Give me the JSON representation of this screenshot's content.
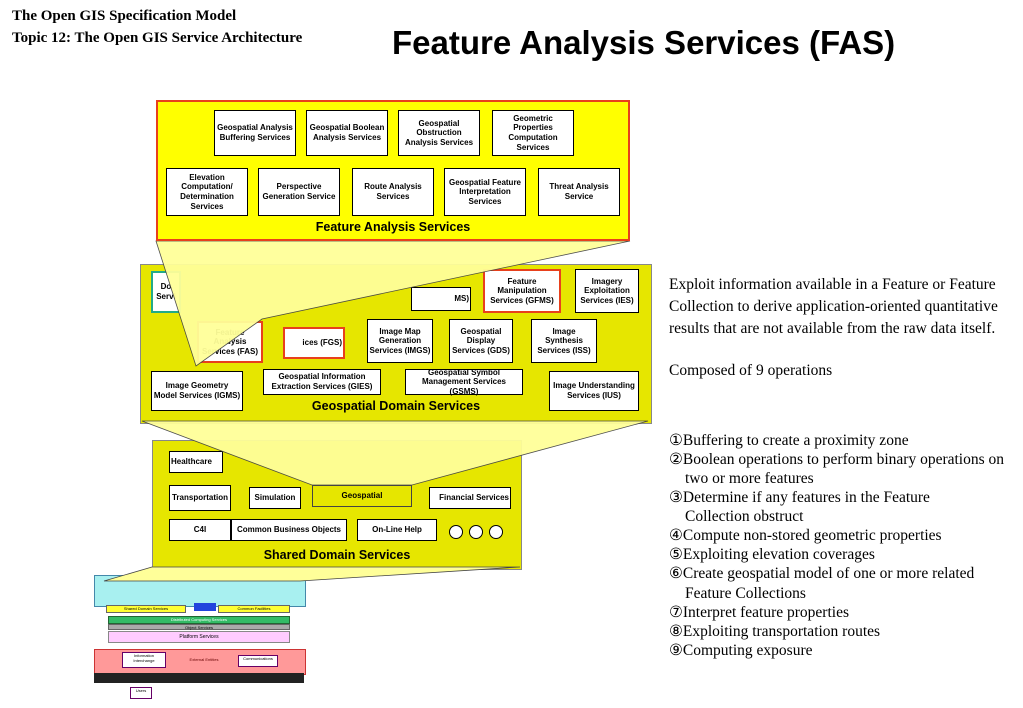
{
  "header": {
    "line1": "The Open GIS Specification Model",
    "line2": "Topic 12: The Open GIS Service Architecture"
  },
  "title": "Feature Analysis Services (FAS)",
  "colors": {
    "yellow": "#ffff00",
    "olive": "#d8d800",
    "red_border": "#e8401c",
    "pale_yellow": "#ffff99"
  },
  "fas_panel": {
    "label": "Feature Analysis Services",
    "row1": [
      "Geospatial Analysis Buffering Services",
      "Geospatial Boolean Analysis Services",
      "Geospatial Obstruction Analysis Services",
      "Geometric Properties Computation Services"
    ],
    "row2": [
      "Elevation Computation/ Determination Services",
      "Perspective Generation Service",
      "Route Analysis Services",
      "Geospatial Feature Interpretation Services",
      "Threat Analysis Service"
    ]
  },
  "gds_panel": {
    "label": "Geospatial Domain Services",
    "top_left_partial": "Do Servi",
    "top_mid_partial": "MS)",
    "top_manip": "Feature Manipulation Services (GFMS)",
    "imagery": "Imagery Exploitation Services (IES)",
    "fas": "Feature Analysis Services (FAS)",
    "fgs": "ices (FGS)",
    "imgs": "Image Map Generation Services (IMGS)",
    "gds": "Geospatial Display Services (GDS)",
    "iss": "Image Synthesis Services (ISS)",
    "igms": "Image Geometry Model Services (IGMS)",
    "gies": "Geospatial Information Extraction Services (GIES)",
    "gsms": "Geospatial Symbol Management Services (GSMS)",
    "ius": "Image Understanding Services (IUS)"
  },
  "sds_panel": {
    "label": "Shared Domain Services",
    "healthcare": "Healthcare",
    "transportation": "Transportation",
    "simulation": "Simulation",
    "geospatial": "Geospatial",
    "financial": "Financial Services",
    "c4i": "C4I",
    "cbo": "Common Business Objects",
    "online": "On-Line Help"
  },
  "mini_arch": {
    "shared": "Shared Domain Services",
    "common": "Common Facilities",
    "dcs": "Distributed Computing Services",
    "object": "Object Services",
    "platform": "Platform Services",
    "info": "Information Interchange",
    "external": "External Entities",
    "comms": "Communications",
    "users": "Users"
  },
  "description": "Exploit information available in a Feature or Feature Collection to derive application-oriented quantitative results that are not available from the raw data itself.",
  "composed": "Composed of 9 operations",
  "operations": [
    "①Buffering to create a proximity zone",
    "②Boolean operations to perform binary operations on two or more features",
    "③Determine if any features in the Feature Collection obstruct",
    "④Compute non-stored geometric properties",
    "⑤Exploiting elevation coverages",
    "⑥Create geospatial model of one or more related Feature Collections",
    "⑦Interpret feature properties",
    "⑧Exploiting transportation routes",
    "⑨Computing exposure"
  ]
}
